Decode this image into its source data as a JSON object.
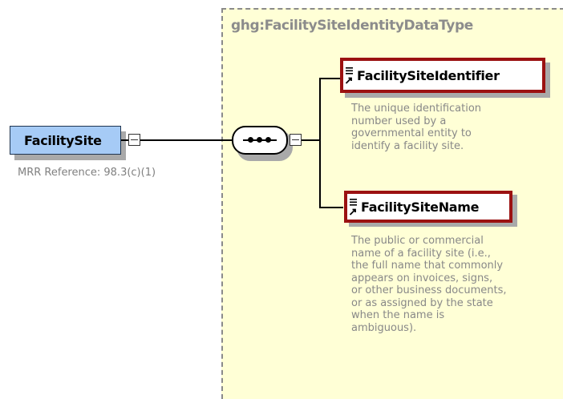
{
  "diagram": {
    "type_name": "ghg:FacilitySiteIdentityDataType",
    "root": {
      "label": "FacilitySite",
      "reference": "MRR Reference:  98.3(c)(1)"
    },
    "children": [
      {
        "label": "FacilitySiteIdentifier",
        "doc_lines": [
          "The unique identification",
          "number used by a",
          "governmental entity to",
          "identify a facility site."
        ]
      },
      {
        "label": "FacilitySiteName",
        "doc_lines": [
          "The public or commercial",
          "name of a facility site (i.e.,",
          "the full name that commonly",
          "appears on invoices, signs,",
          "or other business documents,",
          "or as assigned by the state",
          "when the name is",
          "ambiguous)."
        ]
      }
    ],
    "colors": {
      "root_fill": "#a6cbf6",
      "type_fill": "#ffffd6",
      "element_border": "#9b1111",
      "doc_text": "#888888"
    }
  }
}
